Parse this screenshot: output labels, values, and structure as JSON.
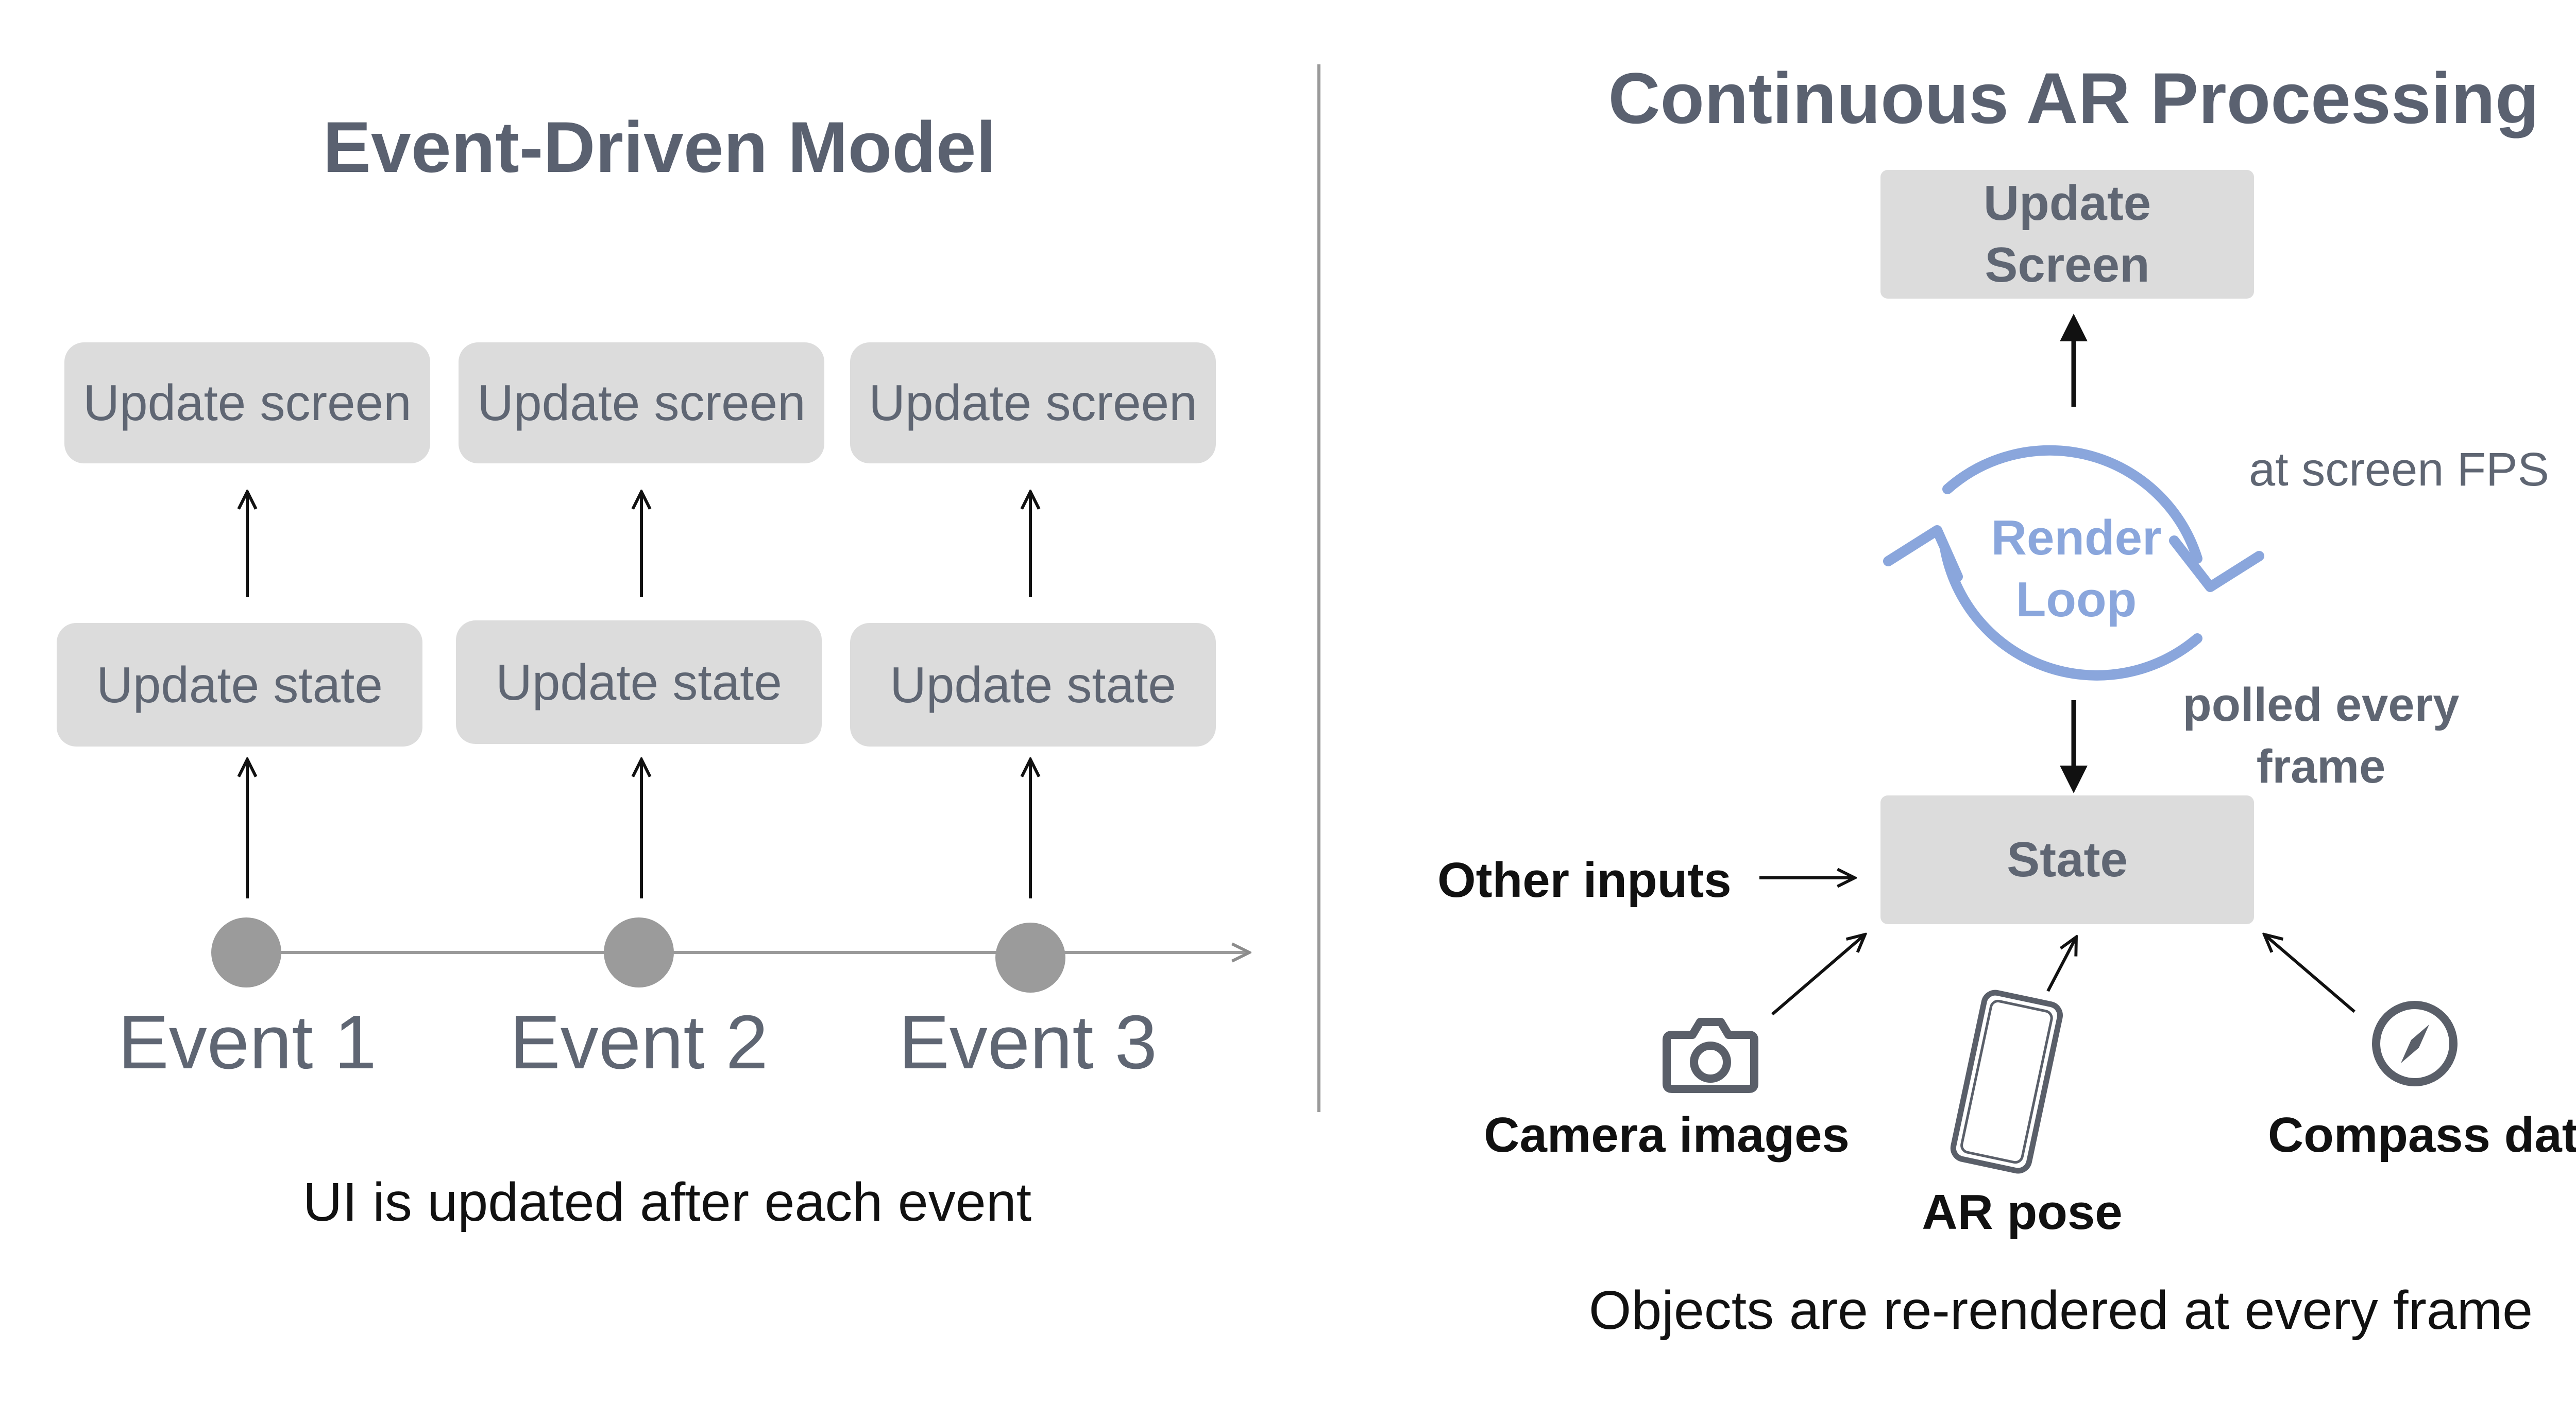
{
  "left": {
    "title": "Event-Driven Model",
    "columns": [
      {
        "screen_label": "Update screen",
        "state_label": "Update state",
        "event_label": "Event 1"
      },
      {
        "screen_label": "Update screen",
        "state_label": "Update state",
        "event_label": "Event 2"
      },
      {
        "screen_label": "Update screen",
        "state_label": "Update state",
        "event_label": "Event 3"
      }
    ],
    "caption": "UI is updated after each event"
  },
  "right": {
    "title": "Continuous AR Processing",
    "update_box": "Update\nScreen",
    "loop_label": "Render\nLoop",
    "fps_label": "at screen FPS",
    "polled_label": "polled every\nframe",
    "state_box": "State",
    "inputs": {
      "other": "Other inputs",
      "camera": "Camera images",
      "pose": "AR pose",
      "compass": "Compass data"
    },
    "caption": "Objects are re-rendered at every frame"
  },
  "colors": {
    "title": "#5a6170",
    "box_fill": "#dcdcdc",
    "box_text": "#5f6673",
    "loop_blue": "#8aa6dc",
    "dot_gray": "#9b9b9b",
    "dark_text": "#111111"
  },
  "icons": [
    "camera-icon",
    "phone-icon",
    "compass-icon"
  ]
}
